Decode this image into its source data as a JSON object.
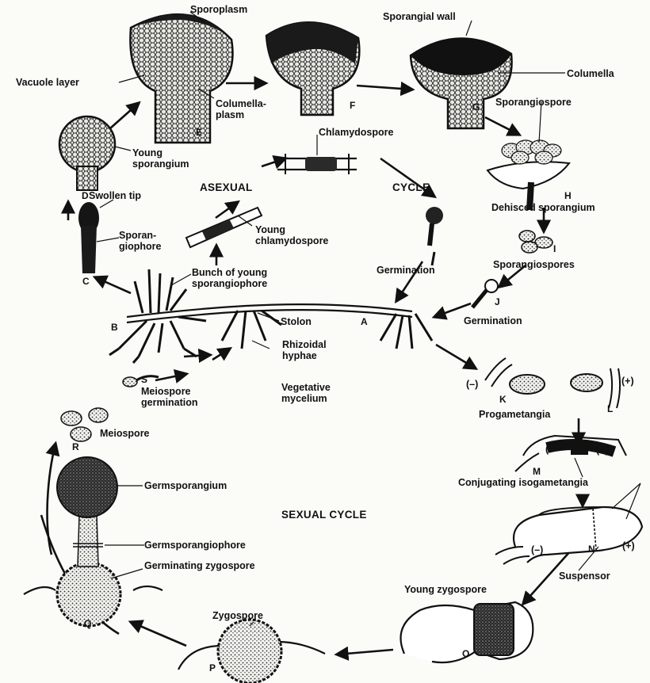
{
  "labels": {
    "sporoplasm": "Sporoplasm",
    "sporangial_wall": "Sporangial wall",
    "vacuole_layer": "Vacuole layer",
    "columella": "Columella",
    "columella_plasm": "Columella-\nplasm",
    "sporangiospore": "Sporangiospore",
    "young_sporangium": "Young\nsporangium",
    "chlamydospore": "Chlamydospore",
    "asexual": "ASEXUAL",
    "cycle": "CYCLE",
    "swollen_tip": "Swollen tip",
    "dehisced_sporangium": "Dehisced sporangium",
    "sporangiophore": "Sporan-\ngiophore",
    "young_chlamydospore": "Young\nchlamydospore",
    "sporangiospores": "Sporangiospores",
    "germination_1": "Germination",
    "bunch": "Bunch of young\nsporangiophore",
    "stolon": "Stolon",
    "germination_2": "Germination",
    "rhizoidal_hyphae": "Rhizoidal\nhyphae",
    "meiospore_germination": "Meiospore\ngermination",
    "vegetative_mycelium": "Vegetative\nmycelium",
    "minus_k": "(–)",
    "plus_l": "(+)",
    "progametangia": "Progametangia",
    "meiospore": "Meiospore",
    "minus_m": "(–",
    "plus_m": "(+)",
    "conjugating": "Conjugating isogametangia",
    "germsporangium": "Germsporangium",
    "sexual_cycle": "SEXUAL CYCLE",
    "germsporangiophore": "Germsporangiophore",
    "germinating_zygospore": "Germinating zygospore",
    "minus_n": "(–)",
    "plus_n": "(+)",
    "suspensor": "Suspensor",
    "young_zygospore": "Young zygospore",
    "zygospore": "Zygospore"
  },
  "letters": {
    "A": "A",
    "B": "B",
    "C": "C",
    "D": "D",
    "E": "E",
    "F": "F",
    "G": "G",
    "H": "H",
    "I": "I",
    "J": "J",
    "K": "K",
    "L": "L",
    "M": "M",
    "N": "N",
    "O": "O",
    "P": "P",
    "Q": "Q",
    "R": "R",
    "S": "S"
  }
}
